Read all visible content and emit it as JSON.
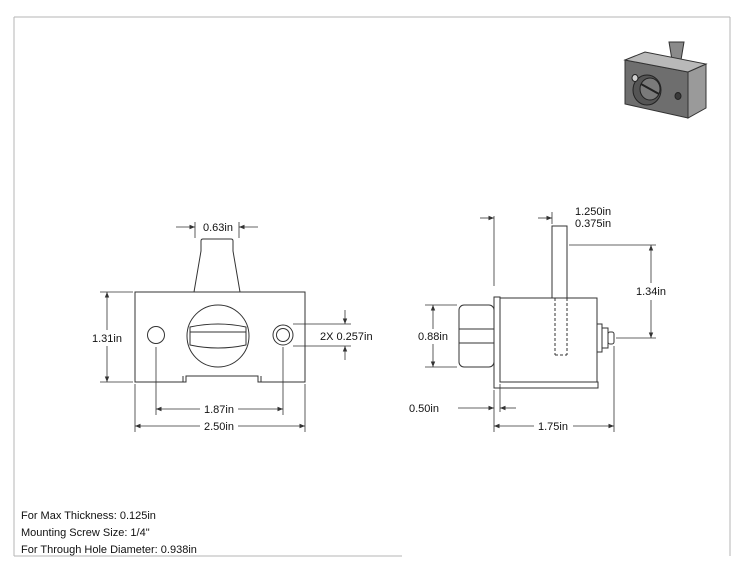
{
  "dimensions": {
    "front_tab_width": "0.63in",
    "front_height": "1.31in",
    "front_hole": "2X 0.257in",
    "front_hole_spacing": "1.87in",
    "front_width": "2.50in",
    "side_tab_offset": "1.250in",
    "side_tab_thickness": "0.375in",
    "side_tab_height": "1.34in",
    "side_screw_height": "0.88in",
    "side_bottom": "0.50in",
    "side_depth": "1.75in"
  },
  "notes": {
    "max_thickness": "For Max Thickness: 0.125in",
    "screw_size": "Mounting Screw Size: 1/4\"",
    "hole_diameter": "For Through Hole Diameter: 0.938in"
  },
  "colors": {
    "line": "#333333",
    "part_fill": "#ffffff",
    "iso_body": "#6e6e6e",
    "iso_light": "#b9b9b9"
  }
}
